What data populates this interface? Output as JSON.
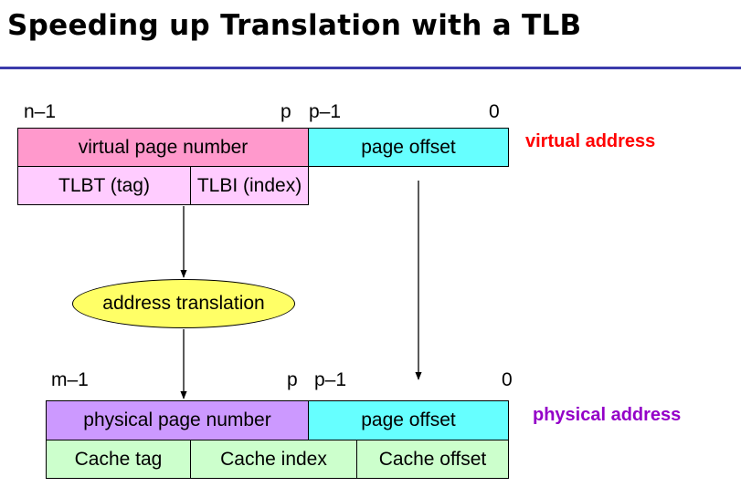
{
  "title": "Speeding up Translation with a TLB",
  "virtual": {
    "bit_labels": {
      "high": "n–1",
      "p": "p",
      "p_minus_1": "p–1",
      "zero": "0"
    },
    "vpn": "virtual page number",
    "offset": "page offset",
    "tlbt": "TLBT (tag)",
    "tlbi": "TLBI (index)",
    "caption": "virtual address"
  },
  "translation": "address translation",
  "physical": {
    "bit_labels": {
      "high": "m–1",
      "p": "p",
      "p_minus_1": "p–1",
      "zero": "0"
    },
    "ppn": "physical page number",
    "offset": "page offset",
    "cache_tag": "Cache tag",
    "cache_index": "Cache index",
    "cache_offset": "Cache offset",
    "caption": "physical address"
  },
  "colors": {
    "vpn_fill": "#ff99cc",
    "offset_fill": "#66ffff",
    "tlb_fill": "#ffccff",
    "ellipse_fill": "#ffff66",
    "ppn_fill": "#cc99ff",
    "cache_fill": "#ccffcc",
    "virtual_caption": "#ff0000",
    "physical_caption": "#9400c8",
    "rule": "#3b3bab"
  }
}
